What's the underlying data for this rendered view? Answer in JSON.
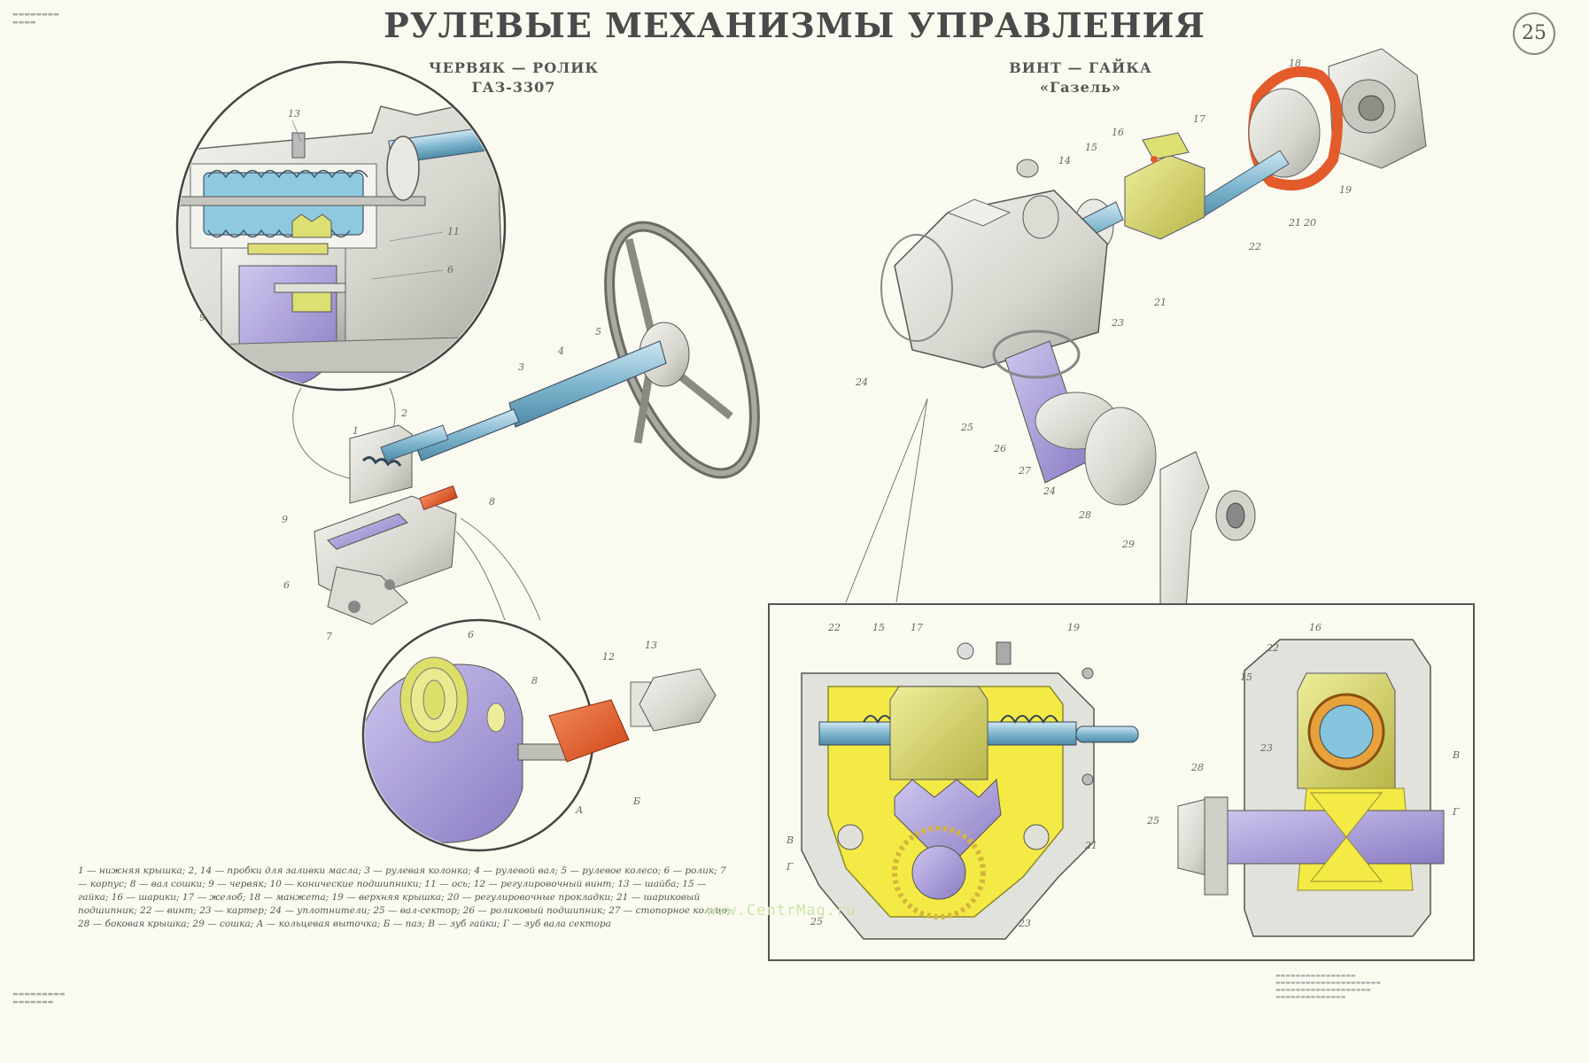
{
  "title": "РУЛЕВЫЕ МЕХАНИЗМЫ УПРАВЛЕНИЯ",
  "sheet_number": "25",
  "left_section": {
    "line1": "ЧЕРВЯК — РОЛИК",
    "line2": "ГАЗ-3307"
  },
  "right_section": {
    "line1": "ВИНТ — ГАЙКА",
    "line2": "«Газель»"
  },
  "legend": "1 — нижняя крышка; 2, 14 — пробки для заливки масла; 3 — рулевая колонка; 4 — рулевой вал; 5 — рулевое колесо; 6 — ролик; 7 — корпус; 8 — вал сошки; 9 — червяк; 10 — конические подшипники; 11 — ось; 12 — регулировочный винт; 13 — шайба; 15 — гайка; 16 — шарики; 17 — желоб; 18 — манжета; 19 — верхняя крышка; 20 — регулировочные прокладки; 21 — шариковый подшипник; 22 — винт; 23 — картер; 24 — уплотнители; 25 — вал-сектор; 26 — роликовый подшипник; 27 — стопорное кольцо; 28 — боковая крышка; 29 — сошка; А — кольцевая выточка; Б — паз; В — зуб гайки; Г — зуб вала сектора",
  "watermark": "www.CentrMag.ru",
  "labels": {
    "left_top_circle": [
      "13",
      "11",
      "6",
      "9"
    ],
    "left_mid": [
      "1",
      "2",
      "3",
      "4",
      "5",
      "9",
      "8",
      "6",
      "7"
    ],
    "left_bottom_circle": [
      "6",
      "8",
      "12",
      "13",
      "А",
      "Б"
    ],
    "right_top": [
      "18",
      "17",
      "16",
      "15",
      "14",
      "19",
      "21",
      "20",
      "22",
      "21",
      "23",
      "24",
      "25",
      "26",
      "27",
      "24",
      "28",
      "29"
    ],
    "right_inset_left": [
      "22",
      "15",
      "17",
      "19",
      "В",
      "Г",
      "21",
      "23",
      "25"
    ],
    "right_inset_right": [
      "16",
      "22",
      "15",
      "23",
      "28",
      "25",
      "В",
      "Г"
    ]
  },
  "colors": {
    "metal": "#dcdcd6",
    "metal_dark": "#9a9a92",
    "shaft_blue": "#7fb6cf",
    "worm_blue": "#86c3dc",
    "yellow_green": "#d7db6a",
    "nut_olive": "#c9c75a",
    "violet": "#a89bd6",
    "orange": "#e35a2b",
    "oil_yellow": "#f5ea42",
    "outline": "#555555"
  }
}
